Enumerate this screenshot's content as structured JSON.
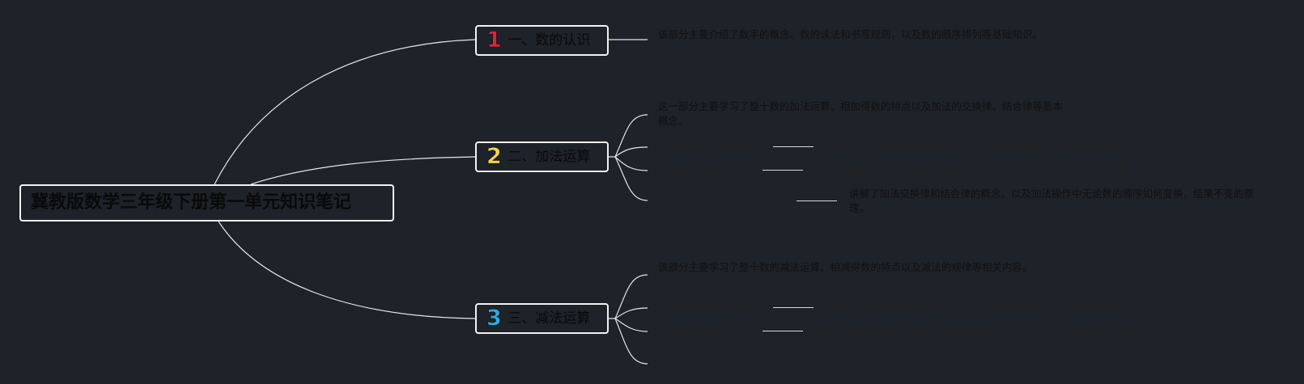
{
  "root": {
    "title": "冀教版数学三年级下册第一单元知识笔记"
  },
  "branches": [
    {
      "number": "1",
      "color": "#e0233b",
      "label": "一、数的认识",
      "desc": "该部分主要介绍了数字的概念、数的读法和书写规则，以及数的顺序排列等基础知识。"
    },
    {
      "number": "2",
      "color": "#f3d54e",
      "label": "二、加法运算",
      "desc": "这一部分主要学习了整十数的加法运算、相加得数的特点以及加法的交换律、结合律等基本概念。",
      "items": [
        {
          "title": "1. 整十数的加法运算",
          "detail": "介绍了整十数的加法运算方法，以及通过数轴图示进行整十数的加法。"
        },
        {
          "title": "2. 相加得数的特点",
          "detail": "探讨了相加得数的末尾数字与相加数的关系，加1、加2、加3等的规律。"
        },
        {
          "title": "3. 加法的交换律和结合律",
          "detail": "讲解了加法交换律和结合律的概念，以及加法操作中无论数的顺序如何变换，结果不变的原理。"
        }
      ]
    },
    {
      "number": "3",
      "color": "#2ea8e4",
      "label": "三、减法运算",
      "desc": "该部分主要学习了整十数的减法运算、相减得数的特点以及减法的规律等相关内容。",
      "items": [
        {
          "title": "1. 整十数的减法运算",
          "detail": "介绍了整十数的减法运算方法，以及通过数轴图示进行整十数的减法。"
        },
        {
          "title": "2. 相减得数的特点",
          "detail": "讨论了相减得数的末尾数字与相减数的关系，减1、减2、减3等的规律。"
        }
      ]
    }
  ]
}
